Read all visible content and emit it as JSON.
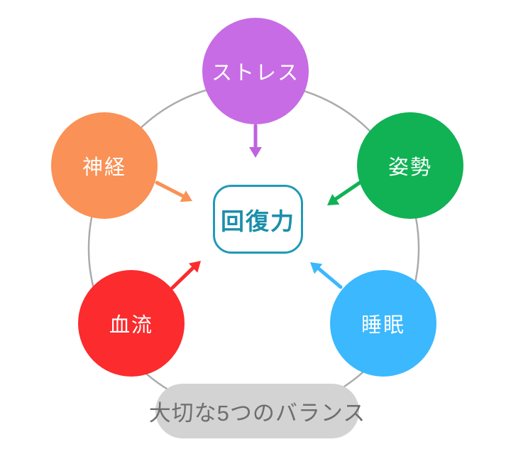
{
  "background_color": "#ffffff",
  "ring_color": "#ababab",
  "nodes": {
    "stress": {
      "label": "ストレス",
      "color": "#c76ce4",
      "arrow_color": "#be62e0"
    },
    "nerve": {
      "label": "神経",
      "color": "#fa9156",
      "arrow_color": "#fa9156"
    },
    "posture": {
      "label": "姿勢",
      "color": "#10b254",
      "arrow_color": "#10b254"
    },
    "blood": {
      "label": "血流",
      "color": "#fb2b2e",
      "arrow_color": "#fb2b2e"
    },
    "sleep": {
      "label": "睡眠",
      "color": "#3bb8fe",
      "arrow_color": "#3bb8fe"
    }
  },
  "center": {
    "label": "回復力",
    "border_color": "#2299b8",
    "text_color": "#1b8fab",
    "bg_color": "#ffffff"
  },
  "caption": {
    "label": "大切な5つのバランス",
    "bg_color": "#d3d3d3",
    "text_color": "#6e6e6e"
  }
}
